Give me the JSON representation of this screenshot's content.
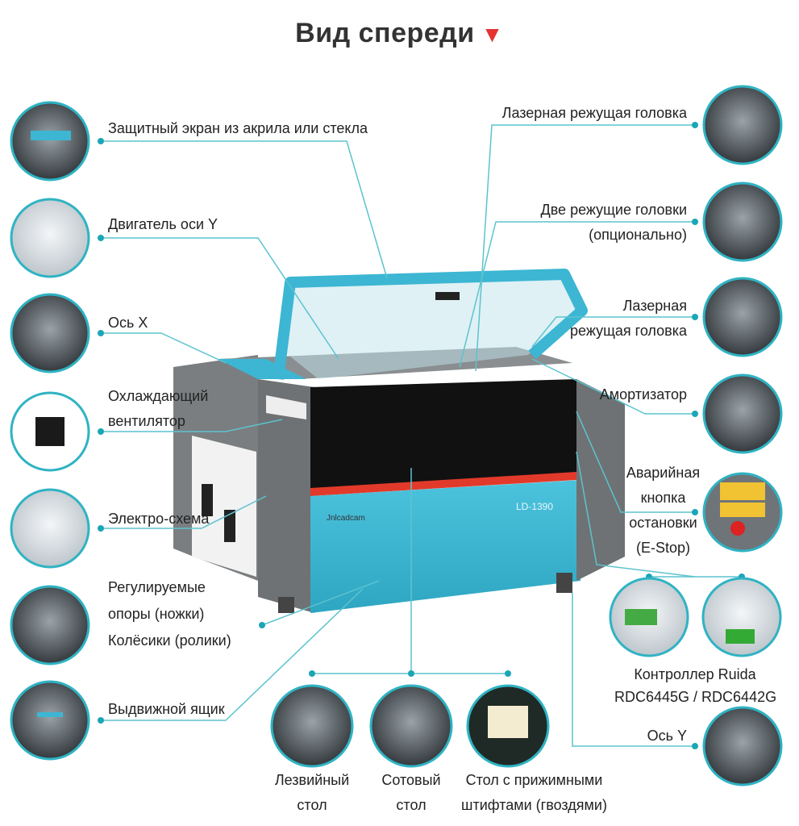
{
  "title": "Вид спереди",
  "title_marker_icon": "red-triangle-down",
  "colors": {
    "accent": "#2fb3c3",
    "machine_blue": "#3cb6d3",
    "machine_grey": "#6e7274",
    "marker": "#e53232"
  },
  "machine": {
    "brand": "Jnlcadcam",
    "model": "LD-1390"
  },
  "left_callouts": [
    {
      "lines": [
        "Защитный экран из акрила или стекла"
      ]
    },
    {
      "lines": [
        "Двигатель оси Y"
      ]
    },
    {
      "lines": [
        "Ось X"
      ]
    },
    {
      "lines": [
        "Охлаждающий",
        "вентилятор"
      ]
    },
    {
      "lines": [
        "Электро-схема"
      ]
    },
    {
      "lines": [
        "Регулируемые",
        "опоры (ножки)",
        "Колёсики (ролики)"
      ]
    },
    {
      "lines": [
        "Выдвижной ящик"
      ]
    }
  ],
  "right_callouts": [
    {
      "lines": [
        "Лазерная режущая головка"
      ]
    },
    {
      "lines": [
        "Две режущие головки",
        "(опционально)"
      ]
    },
    {
      "lines": [
        "Лазерная",
        "режущая головка"
      ]
    },
    {
      "lines": [
        "Амортизатор"
      ]
    },
    {
      "lines": [
        "Аварийная",
        "кнопка",
        "остановки",
        "(E-Stop)"
      ]
    },
    {
      "lines": [
        "Контроллер Ruida",
        "RDC6445G / RDC6442G"
      ]
    },
    {
      "lines": [
        "Ось Y"
      ]
    }
  ],
  "bottom_tables": [
    {
      "lines": [
        "Лезвийный",
        "стол"
      ]
    },
    {
      "lines": [
        "Сотовый",
        "стол"
      ]
    },
    {
      "lines": [
        "Стол с прижимными",
        "штифтами (гвоздями)"
      ]
    }
  ]
}
